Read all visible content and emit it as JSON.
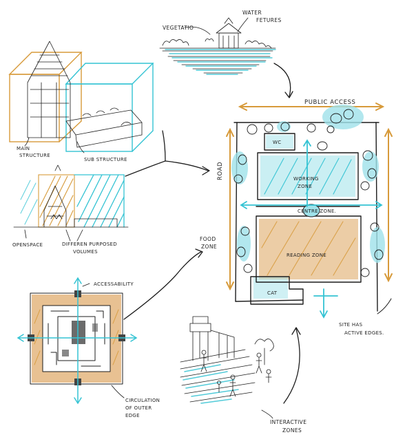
{
  "labels": {
    "vegetation": "VEGETATIO",
    "water_features_1": "WATER",
    "water_features_2": "FETURES",
    "main_structure_1": "MAIN",
    "main_structure_2": "STRUCTURE",
    "sub_structure": "SUB STRUCTURE",
    "openspace": "OPENSPACE",
    "different_volumes_1": "DIFFEREN PURPOSED",
    "different_volumes_2": "VOLUMES",
    "accessability": "ACCESSABILITY",
    "circulation_1": "CIRCULATION",
    "circulation_2": "OF OUTER",
    "circulation_3": "EDGE",
    "public_access": "PUBLIC ACCESS",
    "road": "ROAD",
    "food_zone_1": "FOOD",
    "food_zone_2": "ZONE",
    "wc": "WC",
    "working_zone_1": "WORKING",
    "working_zone_2": "ZONE",
    "central_zone": "CENTRE ZONE.",
    "reading_zone": "READING ZONE",
    "cat": "CAT",
    "site_edges_1": "SITE HAS",
    "site_edges_2": "ACTIVE EDGES.",
    "interactive_zones_1": "INTERACTIVE",
    "interactive_zones_2": "ZONES"
  },
  "colors": {
    "ink": "#1c1c1c",
    "cyan": "#34c3d3",
    "gold": "#d79a3a",
    "orange_fill": "#e2b277",
    "cyan_fill": "#9fe2ea"
  }
}
